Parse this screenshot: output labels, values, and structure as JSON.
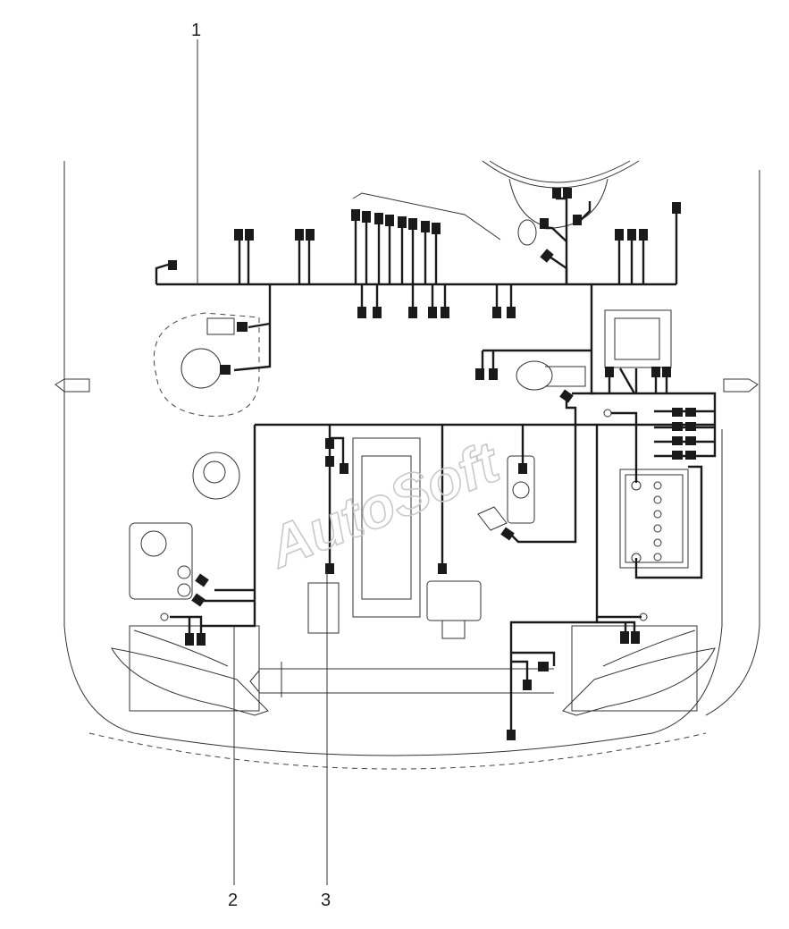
{
  "callouts": {
    "harness_1": "1",
    "harness_2": "2",
    "harness_3": "3"
  },
  "watermark": "AutoSoft",
  "colors": {
    "wire": "#1a1a1a",
    "outline": "#333333",
    "watermark": "#c9c9c9"
  }
}
